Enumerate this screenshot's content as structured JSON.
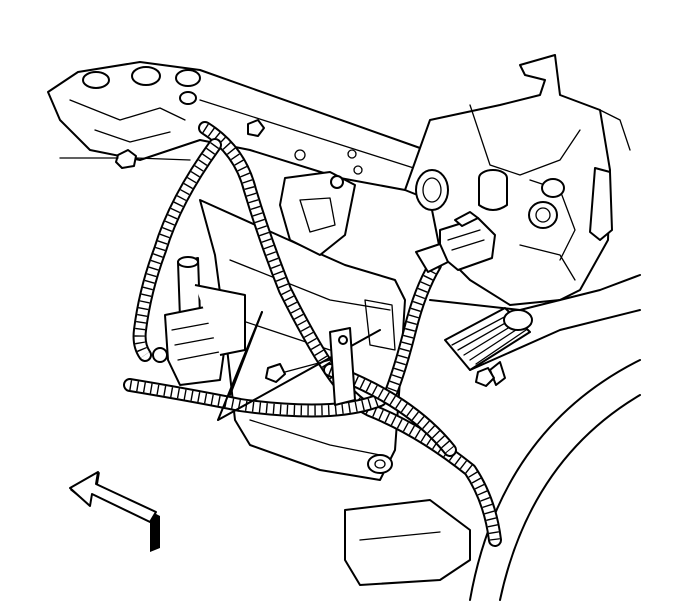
{
  "figure": {
    "background": "#ffffff",
    "ink": "#000000",
    "icons": [
      "engine-block-outline",
      "wiring-harness",
      "sensor-connector",
      "front-direction-arrow"
    ]
  }
}
